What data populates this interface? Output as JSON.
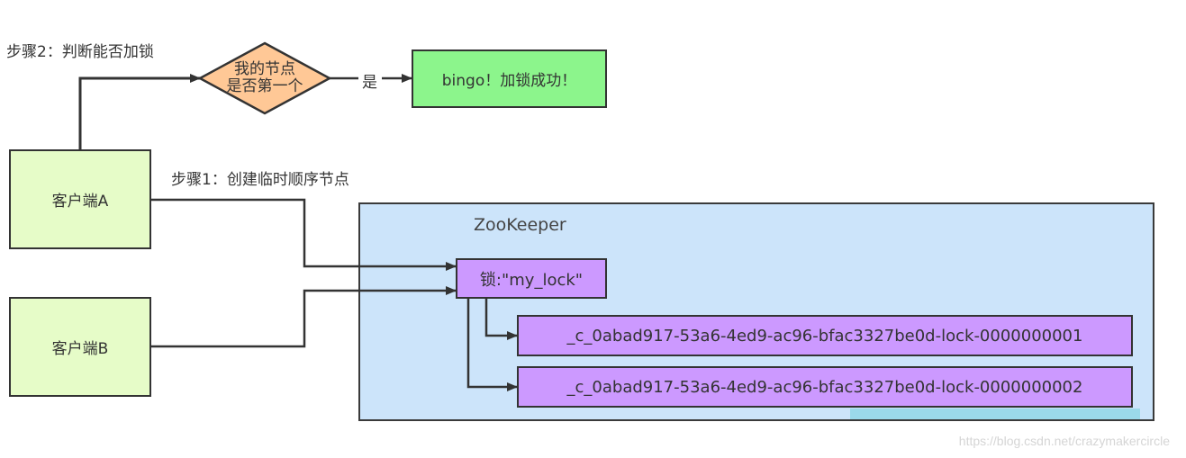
{
  "step2_label": "步骤2：判断能否加锁",
  "step1_label": "步骤1：创建临时顺序节点",
  "decision": {
    "line1": "我的节点",
    "line2": "是否第一个"
  },
  "yes_label": "是",
  "success_box": "bingo！加锁成功！",
  "clients": [
    {
      "label": "客户端A"
    },
    {
      "label": "客户端B"
    }
  ],
  "zookeeper": {
    "title": "ZooKeeper",
    "lock_node": "锁:\"my_lock\"",
    "children": [
      "_c_0abad917-53a6-4ed9-ac96-bfac3327be0d-lock-0000000001",
      "_c_0abad917-53a6-4ed9-ac96-bfac3327be0d-lock-0000000002"
    ]
  },
  "colors": {
    "client_fill": "#e6fcc8",
    "decision_fill": "#ffc896",
    "success_fill": "#8cf58c",
    "zookeeper_fill": "#cce4fa",
    "node_fill": "#cc99ff"
  },
  "watermark": "https://blog.csdn.net/crazymakercircle"
}
